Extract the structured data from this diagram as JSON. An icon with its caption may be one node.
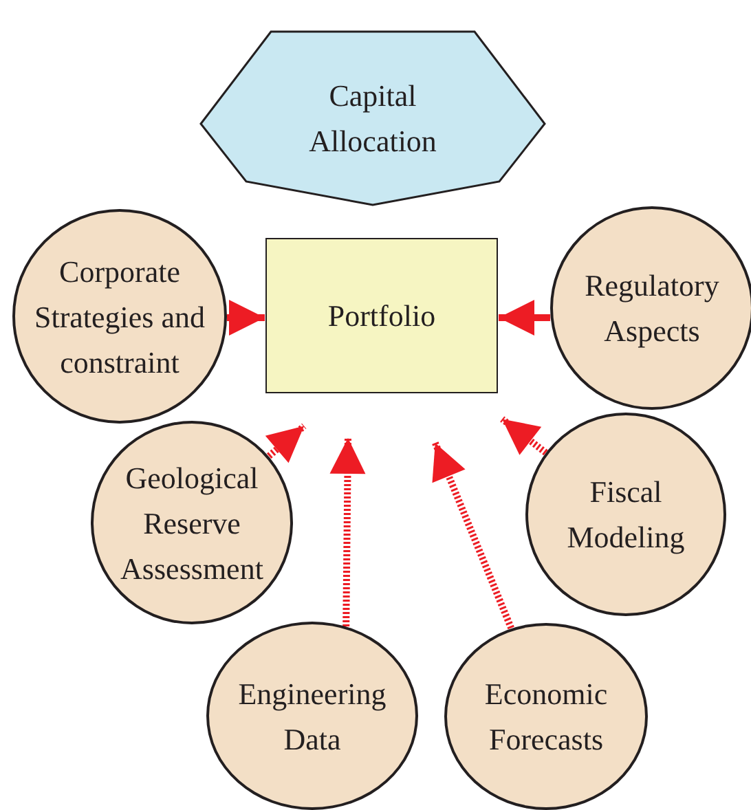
{
  "diagram": {
    "nodes": [
      {
        "text": [
          "Capital Allocation"
        ]
      },
      {
        "text": [
          "Portfolio"
        ]
      },
      {
        "text": [
          "Corporate Strategies and constraint"
        ]
      },
      {
        "text": [
          "Regulatory Aspects"
        ]
      },
      {
        "text": [
          "Geological Reserve Assessment"
        ]
      },
      {
        "text": [
          "Fiscal Modeling"
        ]
      },
      {
        "text": [
          "Engineering Data"
        ]
      },
      {
        "text": [
          "Economic Forecasts"
        ]
      }
    ],
    "edges": [
      {
        "from": 2,
        "to": 1,
        "arrow": "to"
      },
      {
        "from": 3,
        "to": 1,
        "arrow": "to"
      },
      {
        "from": 4,
        "to": 1,
        "arrow": "to",
        "style": "dashed"
      },
      {
        "from": 6,
        "to": 1,
        "arrow": "to",
        "style": "dashed"
      },
      {
        "from": 7,
        "to": 1,
        "arrow": "to",
        "style": "dashed"
      },
      {
        "from": 5,
        "to": 1,
        "arrow": "to",
        "style": "dashed"
      }
    ]
  }
}
